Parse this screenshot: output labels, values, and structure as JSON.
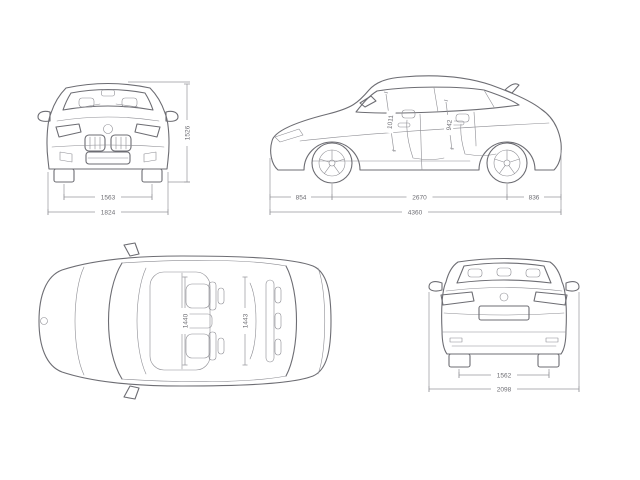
{
  "diagram": {
    "views": {
      "front": {
        "dims": {
          "track_front": "1563",
          "overall_width": "1824",
          "height": "1526"
        }
      },
      "side": {
        "dims": {
          "front_overhang": "854",
          "wheelbase": "2670",
          "rear_overhang": "836",
          "overall_length": "4360",
          "headroom_front": "1011",
          "headroom_rear": "942"
        }
      },
      "top": {
        "dims": {
          "interior_width_front": "1440",
          "interior_width_rear": "1443"
        }
      },
      "rear": {
        "dims": {
          "track_rear": "1562",
          "width_incl_mirrors": "2098"
        }
      }
    },
    "colors": {
      "outline": "#6d6d73",
      "detail": "#8d8d93",
      "dimension": "#97979c",
      "label_text": "#6d6d73",
      "background": "#ffffff"
    }
  }
}
